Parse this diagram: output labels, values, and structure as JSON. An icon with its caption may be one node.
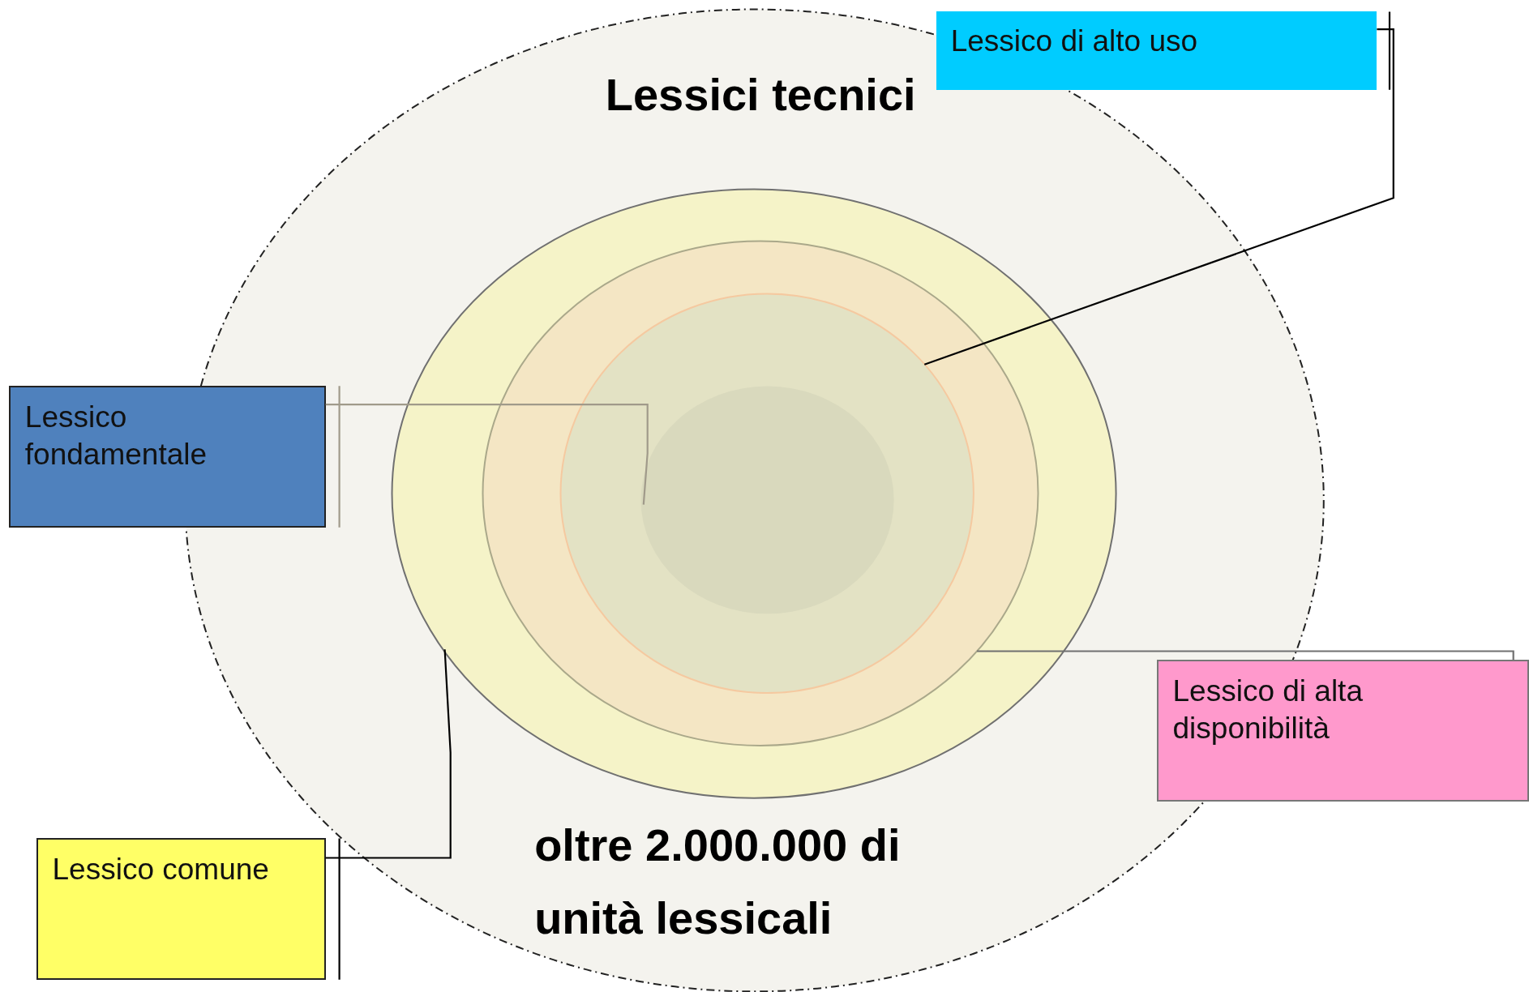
{
  "diagram": {
    "nodes": [
      {
        "text": [
          "Lessici tecnici",
          "oltre 2.000.000 di unità lessicali"
        ]
      },
      {
        "text": [],
        "shape": "ellipse",
        "in": 0
      },
      {
        "text": [],
        "shape": "ellipse",
        "in": 1
      },
      {
        "text": [],
        "shape": "ellipse",
        "in": 2
      },
      {
        "text": [],
        "shape": "ellipse",
        "in": 3
      },
      {
        "text": [
          "Lessico di alto uso"
        ]
      },
      {
        "text": [
          "Lessico fondamentale"
        ]
      },
      {
        "text": [
          "Lessico di alta disponibilità"
        ]
      },
      {
        "text": [
          "Lessico comune"
        ]
      }
    ],
    "edges": [
      {
        "from": 5,
        "to": 3,
        "arrow": "none"
      },
      {
        "from": 6,
        "to": 4,
        "arrow": "none",
        "color": "#a09a8a"
      },
      {
        "from": 7,
        "to": 2,
        "arrow": "none",
        "color": "#707070"
      },
      {
        "from": 8,
        "to": 1,
        "arrow": "none"
      }
    ]
  }
}
